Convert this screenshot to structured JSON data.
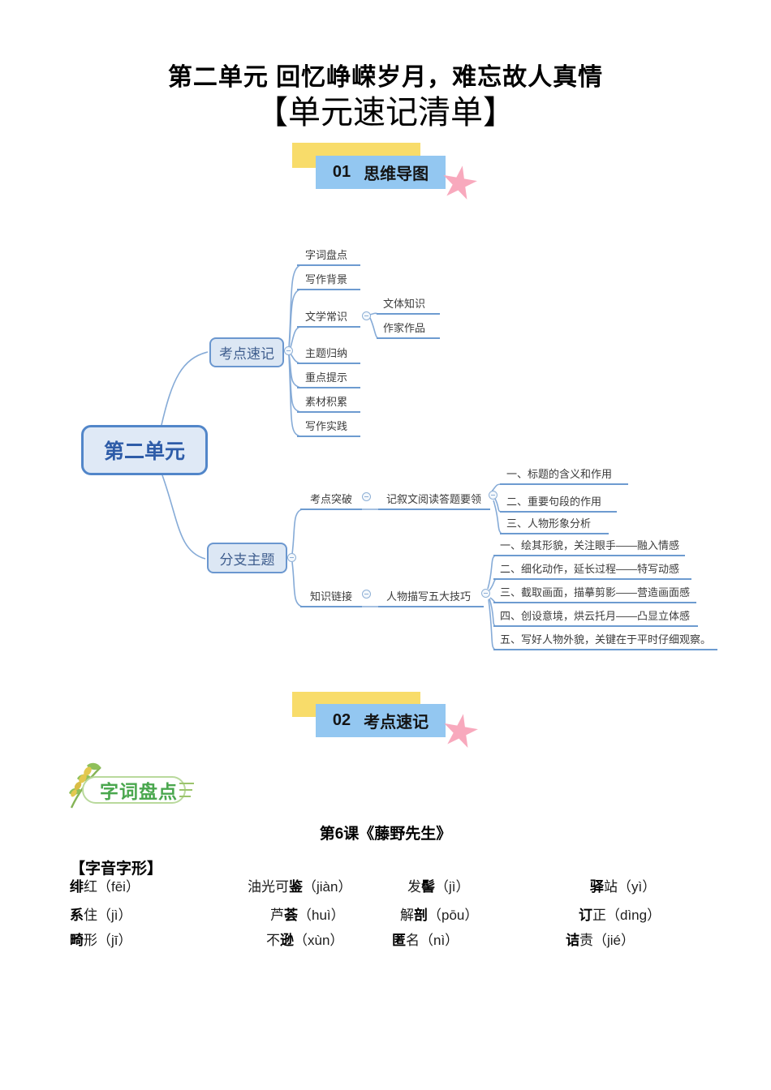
{
  "page": {
    "title": "第二单元 回忆峥嵘岁月，难忘故人真情",
    "subtitle": "【单元速记清单】"
  },
  "sections": {
    "s1": {
      "number": "01",
      "title": "思维导图"
    },
    "s2": {
      "number": "02",
      "title": "考点速记"
    }
  },
  "colors": {
    "badge_yellow": "#f8dc6a",
    "badge_blue": "#93c7f1",
    "star_pink": "#f8a9bd",
    "mindmap_border_blue": "#6b97cf",
    "mindmap_fill": "#dce7f4",
    "mindmap_line_blue": "#6d9bd0",
    "banner_green": "#4aa74e"
  },
  "icons": {
    "star": "star-icon",
    "wheat": "wheat-icon",
    "collapse": "collapse-minus-icon",
    "banner_lines": "triple-lines-icon"
  },
  "mindmap": {
    "root": "第二单元",
    "branch1": {
      "label": "考点速记",
      "children": [
        "字词盘点",
        "写作背景",
        "文学常识",
        "主题归纳",
        "重点提示",
        "素材积累",
        "写作实践"
      ],
      "literary": [
        "文体知识",
        "作家作品"
      ]
    },
    "branch2": {
      "label": "分支主题",
      "breakthrough": {
        "label": "考点突破",
        "topic": "记叙文阅读答题要领",
        "points": [
          "一、标题的含义和作用",
          "二、重要句段的作用",
          "三、人物形象分析"
        ]
      },
      "knowledge": {
        "label": "知识链接",
        "topic": "人物描写五大技巧",
        "points": [
          "一、绘其形貌，关注眼手——融入情感",
          "二、细化动作，延长过程——特写动感",
          "三、截取画面，描摹剪影——营造画面感",
          "四、创设意境，烘云托月——凸显立体感",
          "五、写好人物外貌，关键在于平时仔细观察。"
        ]
      }
    }
  },
  "vocab": {
    "banner": "字词盘点",
    "lesson_title": "第6课《藤野先生》",
    "subheading": "【字音字形】",
    "rows": [
      [
        {
          "pre": "",
          "bold": "绯",
          "post": "红",
          "pinyin": "（fēi）"
        },
        {
          "pre": "油光可",
          "bold": "鉴",
          "post": "",
          "pinyin": "（jiàn）"
        },
        {
          "pre": "发",
          "bold": "髻",
          "post": "",
          "pinyin": "（jì）"
        },
        {
          "pre": "",
          "bold": "驿",
          "post": "站",
          "pinyin": "（yì）"
        }
      ],
      [
        {
          "pre": "",
          "bold": "系",
          "post": "住",
          "pinyin": "（jì）"
        },
        {
          "pre": "芦",
          "bold": "荟",
          "post": "",
          "pinyin": "（huì）"
        },
        {
          "pre": "解",
          "bold": "剖",
          "post": "",
          "pinyin": "（pōu）"
        },
        {
          "pre": "",
          "bold": "订",
          "post": "正",
          "pinyin": "（dìng）"
        }
      ],
      [
        {
          "pre": "",
          "bold": "畸",
          "post": "形",
          "pinyin": "（jī）"
        },
        {
          "pre": "不",
          "bold": "逊",
          "post": "",
          "pinyin": "（xùn）"
        },
        {
          "pre": "",
          "bold": "匿",
          "post": "名",
          "pinyin": "（nì）"
        },
        {
          "pre": "",
          "bold": "诘",
          "post": "责",
          "pinyin": "（jié）"
        }
      ]
    ]
  }
}
